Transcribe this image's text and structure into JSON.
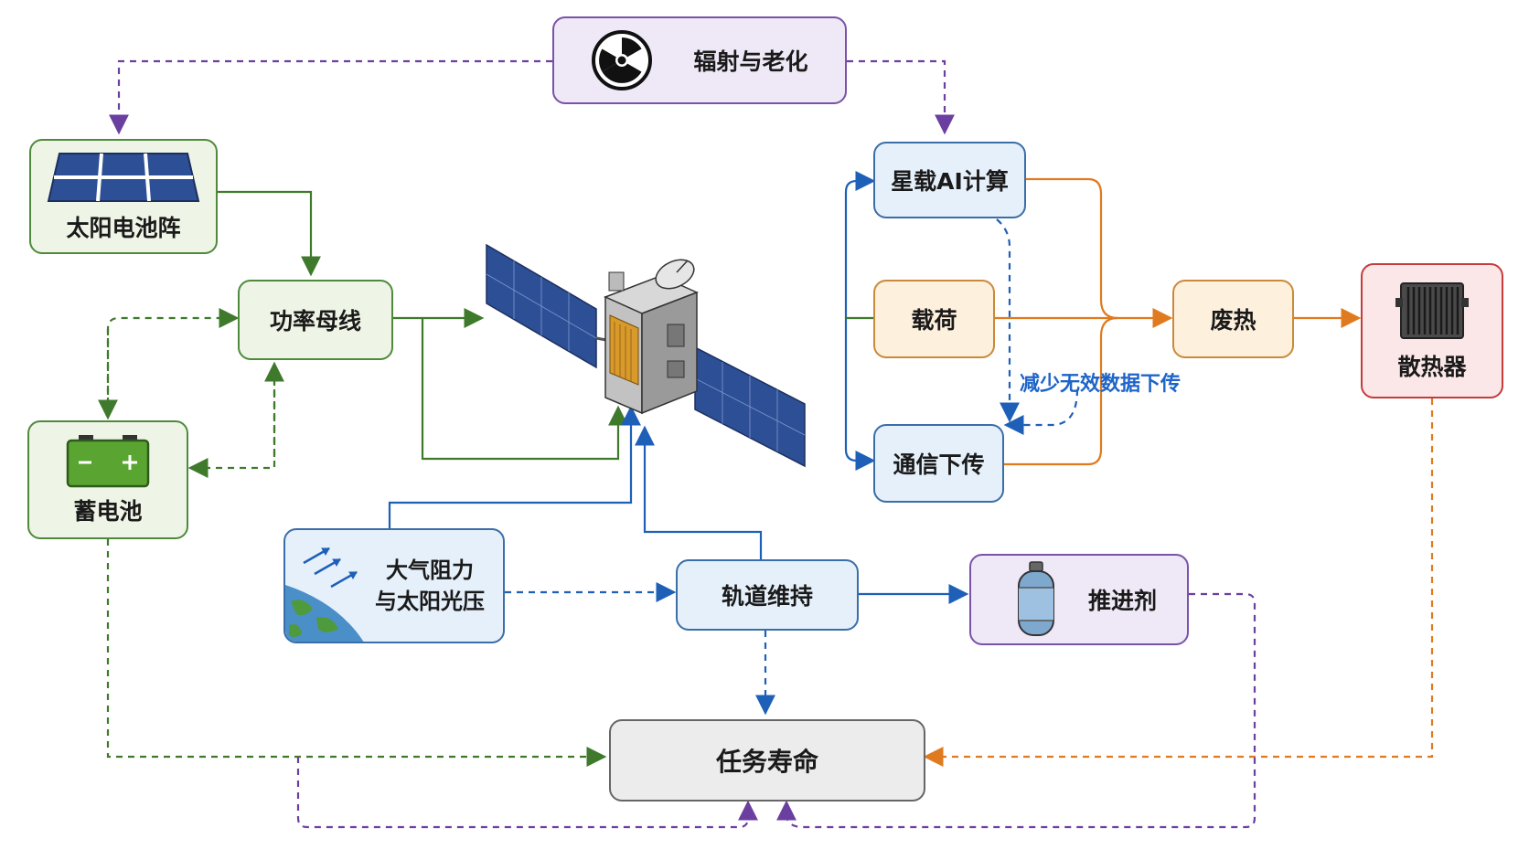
{
  "nodes": {
    "radiation": "辐射与老化",
    "solar": "太阳电池阵",
    "power_bus": "功率母线",
    "battery": "蓄电池",
    "ai": "星载AI计算",
    "payload": "载荷",
    "downlink": "通信下传",
    "waste_heat": "废热",
    "radiator": "散热器",
    "drag_line1": "大气阻力",
    "drag_line2": "与太阳光压",
    "orbit": "轨道维持",
    "propellant": "推进剂",
    "lifetime": "任务寿命"
  },
  "annotations": {
    "reduce_downlink": "减少无效数据下传"
  },
  "colors": {
    "green": "#3f7a2c",
    "blue": "#1e5fb8",
    "orange": "#e07a1e",
    "purple": "#6b3fa0",
    "red": "#c63b3b"
  },
  "icons": [
    "radiation-icon",
    "solar-panel-icon",
    "battery-icon",
    "satellite-icon",
    "radiator-icon",
    "earth-icon",
    "propellant-tank-icon"
  ]
}
